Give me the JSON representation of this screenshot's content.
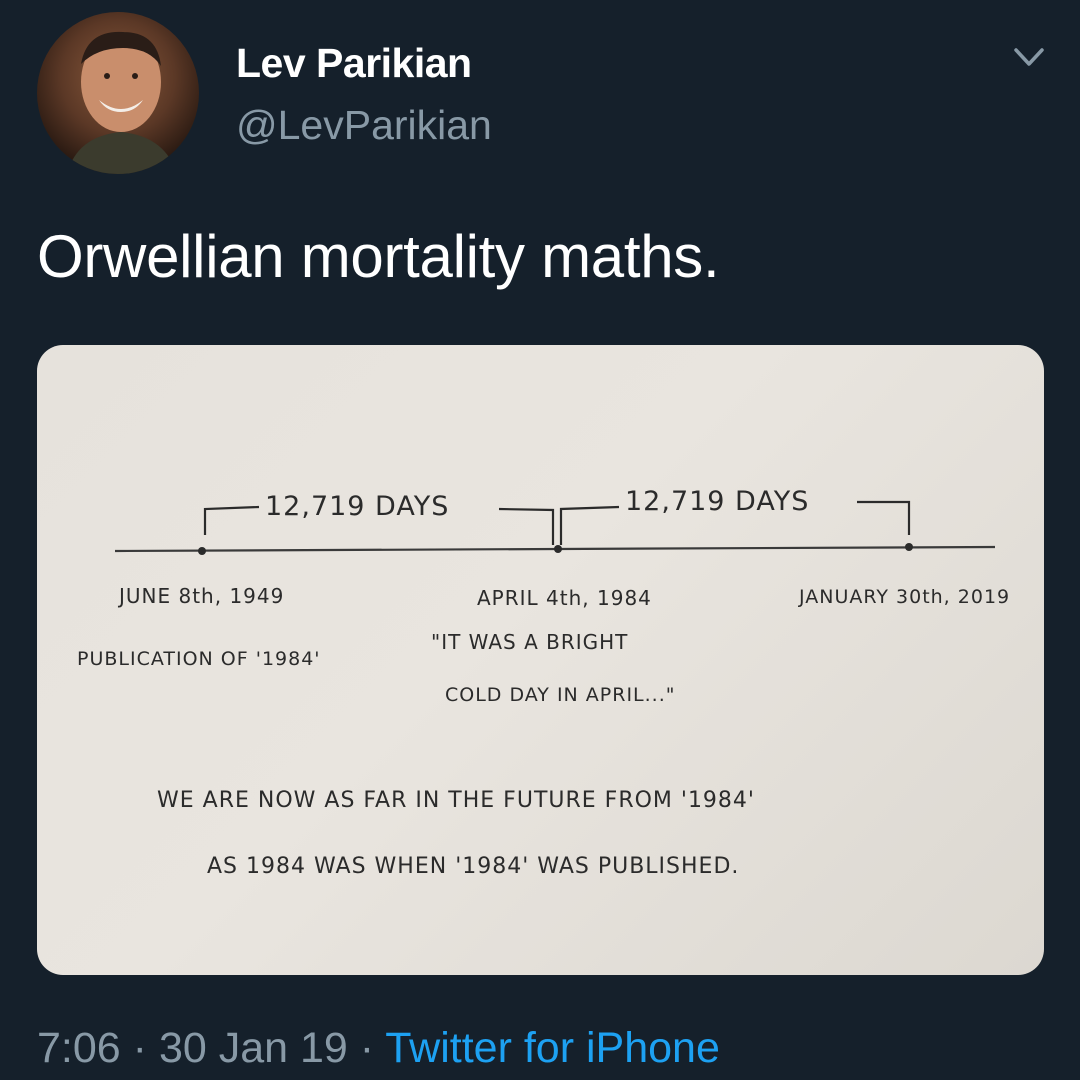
{
  "author": {
    "display_name": "Lev Parikian",
    "handle": "@LevParikian"
  },
  "tweet": {
    "text": "Orwellian mortality maths.",
    "time": "7:06",
    "date": "30 Jan 19",
    "separator": "·",
    "source": "Twitter for iPhone"
  },
  "photo": {
    "span_left": "12,719 DAYS",
    "span_right": "12,719 DAYS",
    "date_1": "JUNE 8th, 1949",
    "date_1_note": "PUBLICATION OF '1984'",
    "date_2": "APRIL 4th, 1984",
    "date_2_quote_line1": "\"IT WAS A BRIGHT",
    "date_2_quote_line2": "COLD DAY IN APRIL...\"",
    "date_3": "JANUARY 30th, 2019",
    "conclusion_line1": "WE ARE NOW AS FAR IN THE FUTURE FROM '1984'",
    "conclusion_line2": "AS 1984 WAS WHEN '1984' WAS PUBLISHED."
  },
  "icons": {
    "menu": "chevron-down-icon",
    "avatar": "profile-photo"
  },
  "colors": {
    "background": "#15202b",
    "secondary_text": "#8899a6",
    "link": "#1da1f2",
    "paper": "#e6e2dc",
    "ink": "#2b2b2b"
  }
}
